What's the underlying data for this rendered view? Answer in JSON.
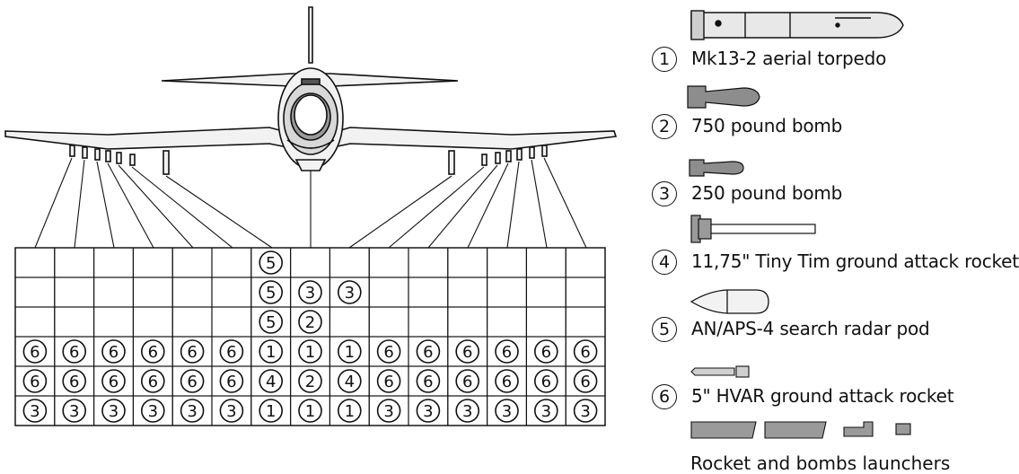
{
  "loadout_grid": [
    [
      "",
      "",
      "",
      "",
      "",
      "",
      "5",
      "",
      "",
      "",
      "",
      "",
      "",
      "",
      ""
    ],
    [
      "",
      "",
      "",
      "",
      "",
      "",
      "5",
      "3",
      "3",
      "",
      "",
      "",
      "",
      "",
      ""
    ],
    [
      "",
      "",
      "",
      "",
      "",
      "",
      "5",
      "2",
      "",
      "",
      "",
      "",
      "",
      "",
      ""
    ],
    [
      "6",
      "6",
      "6",
      "6",
      "6",
      "6",
      "1",
      "1",
      "1",
      "6",
      "6",
      "6",
      "6",
      "6",
      "6"
    ],
    [
      "6",
      "6",
      "6",
      "6",
      "6",
      "6",
      "4",
      "2",
      "4",
      "6",
      "6",
      "6",
      "6",
      "6",
      "6"
    ],
    [
      "3",
      "3",
      "3",
      "3",
      "3",
      "3",
      "1",
      "1",
      "1",
      "3",
      "3",
      "3",
      "3",
      "3",
      "3"
    ]
  ],
  "legend": [
    {
      "number": "1",
      "label": "Mk13-2 aerial torpedo",
      "icon": "torpedo-icon"
    },
    {
      "number": "2",
      "label": "750 pound bomb",
      "icon": "large-bomb-icon"
    },
    {
      "number": "3",
      "label": "250 pound bomb",
      "icon": "small-bomb-icon"
    },
    {
      "number": "4",
      "label": "11,75\" Tiny Tim ground attack rocket",
      "icon": "tiny-tim-rocket-icon"
    },
    {
      "number": "5",
      "label": "AN/APS-4 search radar pod",
      "icon": "radar-pod-icon"
    },
    {
      "number": "6",
      "label": "5\" HVAR ground attack rocket",
      "icon": "hvar-rocket-icon"
    }
  ],
  "launchers_label": "Rocket and bombs launchers"
}
